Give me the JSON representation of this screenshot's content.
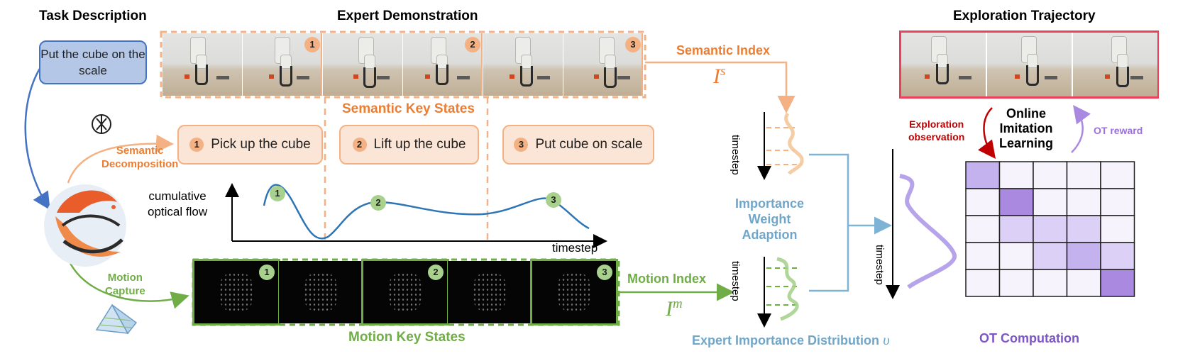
{
  "task": {
    "heading": "Task Description",
    "text": "Put the cube on the scale"
  },
  "expert": {
    "heading": "Expert Demonstration",
    "frame_markers": [
      "1",
      "2",
      "3"
    ]
  },
  "exploration": {
    "heading": "Exploration Trajectory"
  },
  "semantic": {
    "index_label": "Semantic Index",
    "index_symbol": "I",
    "index_sup": "s",
    "key_states_label": "Semantic Key States",
    "decomposition_line1": "Semantic",
    "decomposition_line2": "Decomposition",
    "steps": [
      {
        "num": "1",
        "text": "Pick up the cube"
      },
      {
        "num": "2",
        "text": "Lift up the cube"
      },
      {
        "num": "3",
        "text": "Put cube on scale"
      }
    ]
  },
  "flow_chart": {
    "ylabel_line1": "cumulative",
    "ylabel_line2": "optical flow",
    "xlabel": "timestep",
    "markers": [
      "1",
      "2",
      "3"
    ]
  },
  "motion": {
    "capture_line1": "Motion",
    "capture_line2": "Capture",
    "index_label": "Motion Index",
    "index_symbol": "I",
    "index_sup": "m",
    "key_states_label": "Motion Key States",
    "frame_markers": [
      "1",
      "2",
      "3"
    ]
  },
  "importance": {
    "line1": "Importance",
    "line2": "Weight",
    "line3": "Adaption",
    "timestep_label": "timestep",
    "distribution_label": "Expert Importance Distribution",
    "distribution_symbol": "υ"
  },
  "online": {
    "line1": "Online",
    "line2": "Imitation",
    "line3": "Learning",
    "exploration_obs_line1": "Exploration",
    "exploration_obs_line2": "observation",
    "ot_reward": "OT reward"
  },
  "ot": {
    "label": "OT Computation",
    "matrix": [
      [
        2,
        0,
        0,
        0,
        0
      ],
      [
        0,
        3,
        0,
        0,
        0
      ],
      [
        0,
        1,
        1,
        1,
        0
      ],
      [
        0,
        0,
        1,
        2,
        1
      ],
      [
        0,
        0,
        0,
        0,
        3
      ]
    ]
  },
  "colors": {
    "orange": "#f4a46a",
    "orange_text": "#ed7d31",
    "green": "#70ad47",
    "green_text": "#6aa84f",
    "blue": "#4472c4",
    "teal": "#5b9bd5",
    "teal_text": "#6fa6c9",
    "purple": "#7d55c7",
    "red": "#c00000",
    "pink_border": "#e8415b"
  }
}
